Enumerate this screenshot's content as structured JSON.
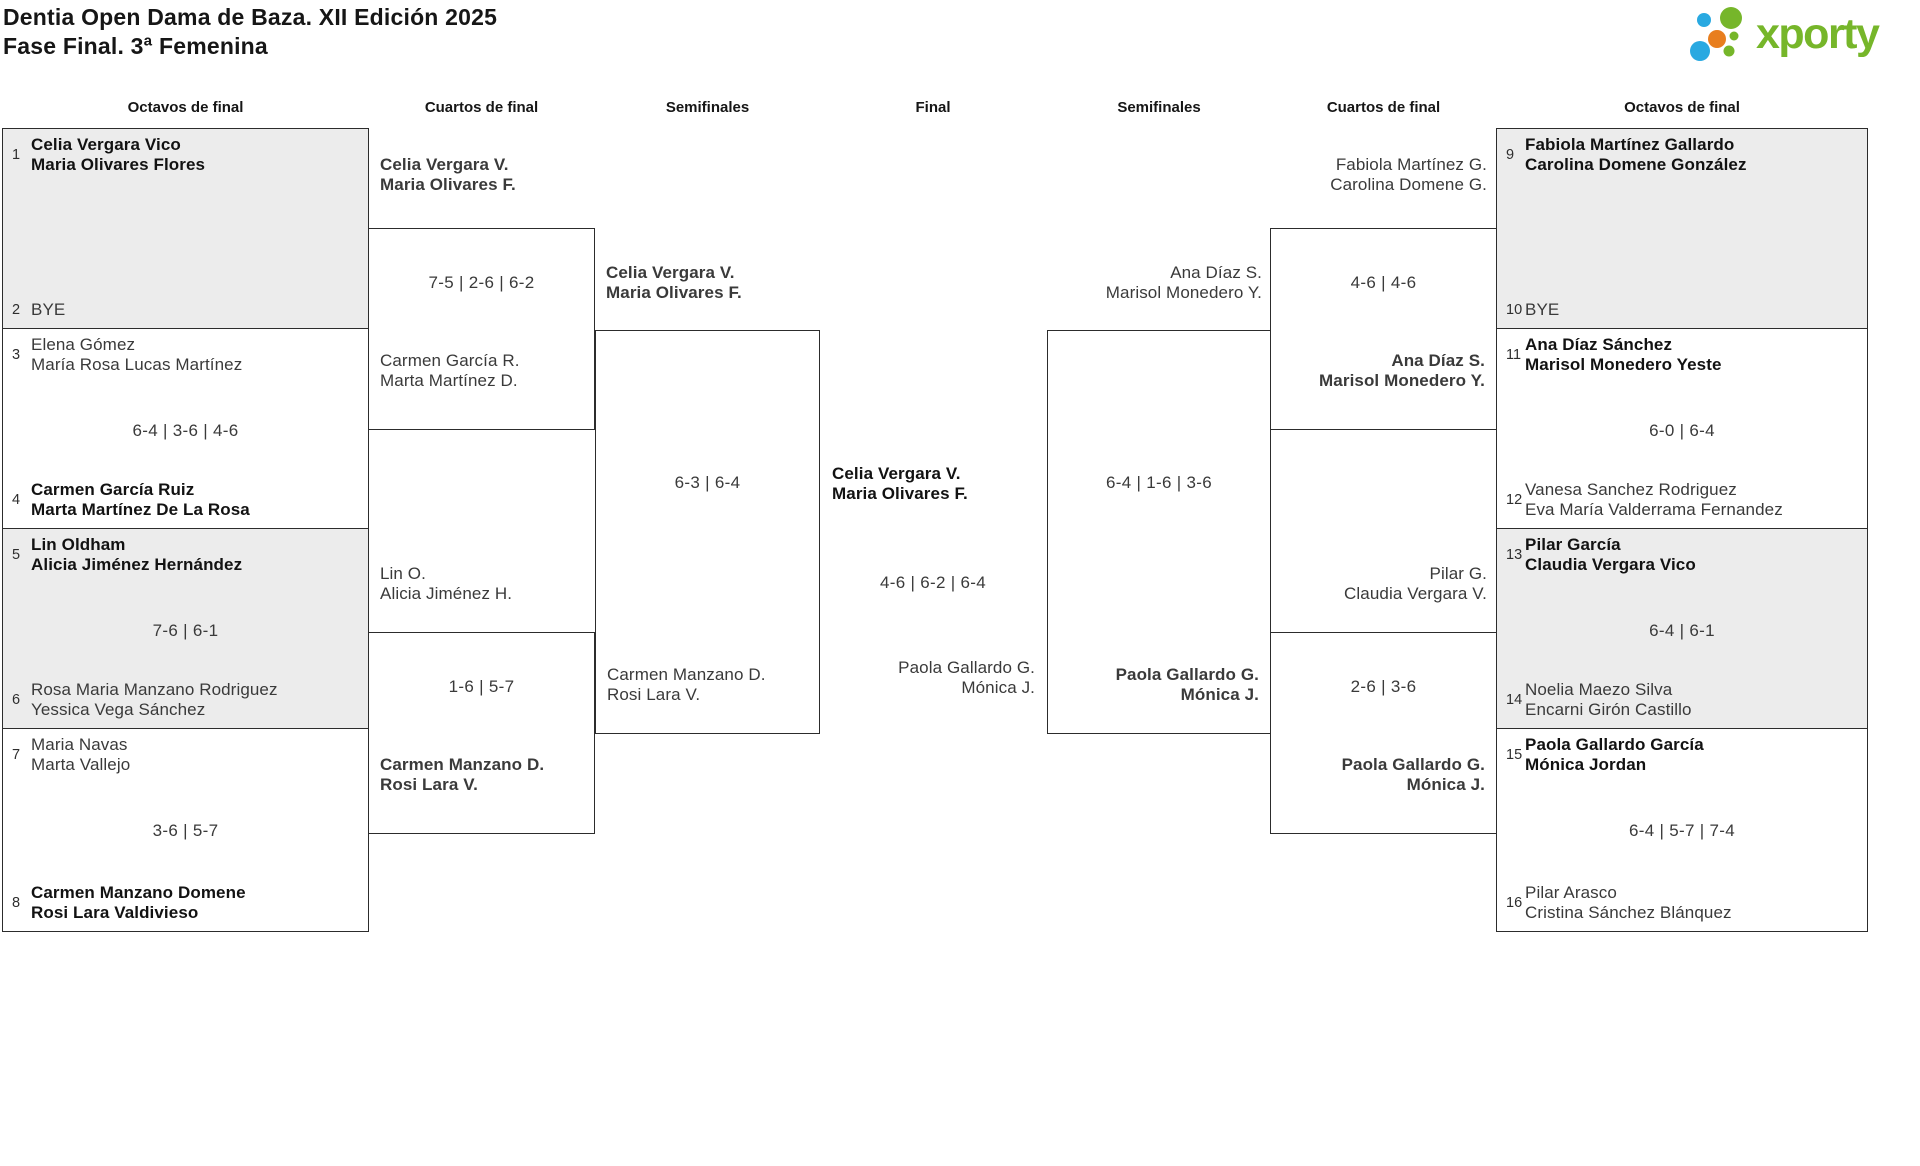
{
  "page": {
    "title_line1": "Dentia Open Dama de Baza. XII Edición 2025",
    "title_line2": "Fase Final. 3ª Femenina"
  },
  "logo": {
    "text": "xporty",
    "colors": {
      "green": "#76b62a",
      "blue": "#29a9e1",
      "orange": "#e87e1e"
    }
  },
  "colors": {
    "box_border": "#2c2c2c",
    "box_gray_fill": "#ececec",
    "bold_text": "#121212",
    "regular_text": "#3a3a3a"
  },
  "round_headers": [
    {
      "label": "Octavos de final"
    },
    {
      "label": "Cuartos de final"
    },
    {
      "label": "Semifinales"
    },
    {
      "label": "Final"
    },
    {
      "label": "Semifinales"
    },
    {
      "label": "Cuartos de final"
    },
    {
      "label": "Octavos de final"
    }
  ],
  "bracket": {
    "octavos_left": [
      {
        "seed_top": "1",
        "top_line1": "Celia Vergara Vico",
        "top_line2": "Maria Olivares Flores",
        "top_bold": true,
        "score": "",
        "seed_bottom": "2",
        "bottom_line1": "BYE",
        "bottom_line2": "",
        "bottom_bold": false
      },
      {
        "seed_top": "3",
        "top_line1": "Elena Gómez",
        "top_line2": "María Rosa Lucas Martínez",
        "top_bold": false,
        "score": "6-4 | 3-6 | 4-6",
        "seed_bottom": "4",
        "bottom_line1": "Carmen García Ruiz",
        "bottom_line2": "Marta Martínez De La Rosa",
        "bottom_bold": true
      },
      {
        "seed_top": "5",
        "top_line1": "Lin Oldham",
        "top_line2": "Alicia Jiménez Hernández",
        "top_bold": true,
        "score": "7-6 | 6-1",
        "seed_bottom": "6",
        "bottom_line1": "Rosa Maria Manzano Rodriguez",
        "bottom_line2": "Yessica Vega Sánchez",
        "bottom_bold": false
      },
      {
        "seed_top": "7",
        "top_line1": "Maria Navas",
        "top_line2": "Marta Vallejo",
        "top_bold": false,
        "score": "3-6 | 5-7",
        "seed_bottom": "8",
        "bottom_line1": "Carmen Manzano Domene",
        "bottom_line2": "Rosi Lara Valdivieso",
        "bottom_bold": true
      }
    ],
    "quarters_left": [
      {
        "above_line1": "Celia Vergara V.",
        "above_line2": "Maria Olivares F.",
        "above_bold": true,
        "score": "7-5 | 2-6 | 6-2",
        "inside_line1": "Carmen García R.",
        "inside_line2": "Marta Martínez D.",
        "inside_bold": false
      },
      {
        "above_line1": "Lin O.",
        "above_line2": "Alicia Jiménez H.",
        "above_bold": false,
        "score": "1-6 | 5-7",
        "inside_line1": "Carmen Manzano D.",
        "inside_line2": "Rosi Lara V.",
        "inside_bold": true
      }
    ],
    "semifinal_left": {
      "above_line1": "Celia Vergara V.",
      "above_line2": "Maria Olivares F.",
      "above_bold": true,
      "score": "6-3 | 6-4",
      "inside_line1": "Carmen Manzano D.",
      "inside_line2": "Rosi Lara V.",
      "inside_bold": false
    },
    "final": {
      "top_line1": "Celia Vergara V.",
      "top_line2": "Maria Olivares F.",
      "top_bold": true,
      "score": "4-6 | 6-2 | 6-4",
      "bottom_line1": "Paola Gallardo G.",
      "bottom_line2": "Mónica J.",
      "bottom_bold": false
    },
    "semifinal_right": {
      "above_line1": "Ana Díaz S.",
      "above_line2": "Marisol Monedero Y.",
      "above_bold": false,
      "score": "6-4 | 1-6 | 3-6",
      "inside_line1": "Paola Gallardo G.",
      "inside_line2": "Mónica J.",
      "inside_bold": true
    },
    "quarters_right": [
      {
        "above_line1": "Fabiola Martínez G.",
        "above_line2": "Carolina Domene G.",
        "above_bold": false,
        "score": "4-6 | 4-6",
        "inside_line1": "Ana Díaz S.",
        "inside_line2": "Marisol Monedero Y.",
        "inside_bold": true
      },
      {
        "above_line1": "Pilar G.",
        "above_line2": "Claudia Vergara V.",
        "above_bold": false,
        "score": "2-6 | 3-6",
        "inside_line1": "Paola Gallardo G.",
        "inside_line2": "Mónica J.",
        "inside_bold": true
      }
    ],
    "octavos_right": [
      {
        "seed_top": "9",
        "top_line1": "Fabiola Martínez Gallardo",
        "top_line2": "Carolina Domene González",
        "top_bold": true,
        "score": "",
        "seed_bottom": "10",
        "bottom_line1": "BYE",
        "bottom_line2": "",
        "bottom_bold": false
      },
      {
        "seed_top": "11",
        "top_line1": "Ana Díaz Sánchez",
        "top_line2": "Marisol Monedero Yeste",
        "top_bold": true,
        "score": "6-0 | 6-4",
        "seed_bottom": "12",
        "bottom_line1": "Vanesa Sanchez Rodriguez",
        "bottom_line2": "Eva María Valderrama Fernandez",
        "bottom_bold": false
      },
      {
        "seed_top": "13",
        "top_line1": "Pilar García",
        "top_line2": "Claudia Vergara Vico",
        "top_bold": true,
        "score": "6-4 | 6-1",
        "seed_bottom": "14",
        "bottom_line1": "Noelia Maezo Silva",
        "bottom_line2": "Encarni Girón Castillo",
        "bottom_bold": false
      },
      {
        "seed_top": "15",
        "top_line1": "Paola Gallardo García",
        "top_line2": "Mónica Jordan",
        "top_bold": true,
        "score": "6-4 | 5-7 | 7-4",
        "seed_bottom": "16",
        "bottom_line1": "Pilar Arasco",
        "bottom_line2": "Cristina Sánchez Blánquez",
        "bottom_bold": false
      }
    ]
  }
}
